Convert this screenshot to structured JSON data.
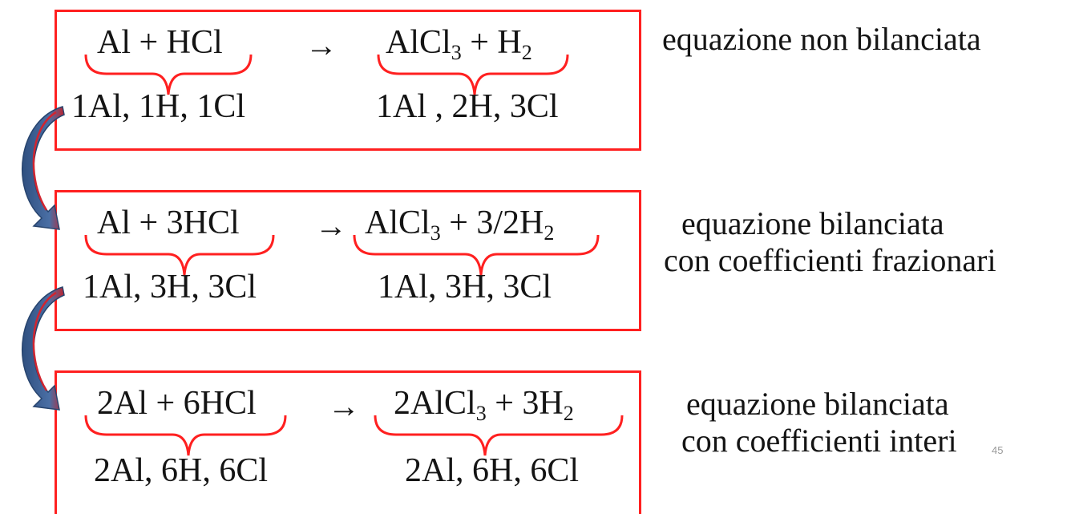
{
  "rows": [
    {
      "reactants": "Al + HCl",
      "arrow": "→",
      "products_main": "AlCl",
      "products_sub1": "3",
      "products_mid": " + H",
      "products_sub2": "2",
      "reactant_count": "1Al, 1H, 1Cl",
      "product_count": "1Al , 2H, 3Cl",
      "note_line1": "equazione non bilanciata",
      "note_line2": ""
    },
    {
      "reactants": "Al + 3HCl",
      "arrow": "→",
      "products_main": "AlCl",
      "products_sub1": "3",
      "products_mid": " + 3/2H",
      "products_sub2": "2",
      "reactant_count": "1Al, 3H, 3Cl",
      "product_count": "1Al, 3H, 3Cl",
      "note_line1": "equazione  bilanciata",
      "note_line2": "con coefficienti frazionari"
    },
    {
      "reactants": "2Al + 6HCl",
      "arrow": "→",
      "products_main": "2AlCl",
      "products_sub1": "3",
      "products_mid": " + 3H",
      "products_sub2": "2",
      "reactant_count": "2Al, 6H, 6Cl",
      "product_count": "2Al, 6H, 6Cl",
      "note_line1": "equazione  bilanciata",
      "note_line2": "con  coefficienti interi"
    }
  ],
  "page_number": "45",
  "colors": {
    "box_border": "#ff2020",
    "brace": "#ff2020",
    "curved_arrow_fill": "#3c5f8f",
    "curved_arrow_edge": "#cc1f2a"
  },
  "icons": [
    "curved-arrow-icon",
    "brace-icon"
  ]
}
